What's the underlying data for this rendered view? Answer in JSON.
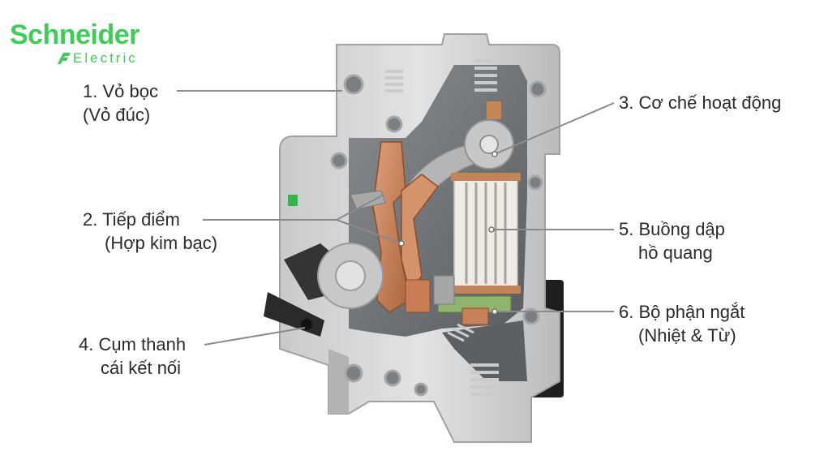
{
  "brand": {
    "name": "Schneider",
    "sub": "Electric",
    "color": "#3dcd58",
    "icon": "schneider-lifeis-on-icon"
  },
  "labels": [
    {
      "id": "enclosure",
      "line1": "1. Vỏ bọc",
      "line2": "(Vỏ đúc)"
    },
    {
      "id": "contacts",
      "line1": "2. Tiếp điểm",
      "line2": "(Hợp kim bạc)"
    },
    {
      "id": "mechanism",
      "line1": "3. Cơ chế hoạt động",
      "line2": ""
    },
    {
      "id": "busbar",
      "line1": "4. Cụm thanh",
      "line2": "cái kết nối"
    },
    {
      "id": "arc-chamber",
      "line1": "5. Buồng dập",
      "line2": "hồ quang"
    },
    {
      "id": "trip-unit",
      "line1": "6. Bộ phận ngắt",
      "line2": "(Nhiệt & Từ)"
    }
  ],
  "colors": {
    "housing": "#d7d8d9",
    "housing_shadow": "#a9abad",
    "inner": "#6f7275",
    "copper": "#c8835a",
    "arc_plate": "#e7e3db",
    "indicator": "#33b54a",
    "handle": "#2a2a2a",
    "leader": "#888888"
  }
}
